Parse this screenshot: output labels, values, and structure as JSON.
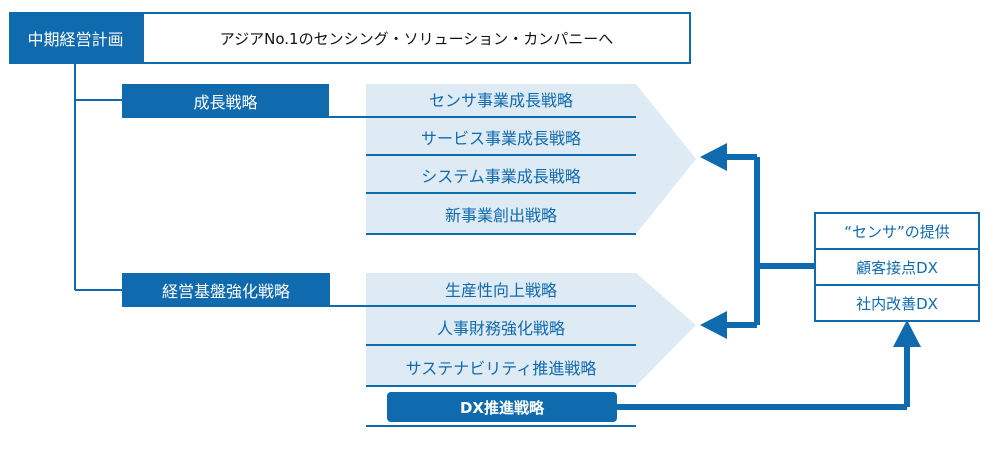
{
  "plan": {
    "label": "中期経営計画",
    "slogan": "アジアNo.1のセンシング・ソリューション・カンパニーへ"
  },
  "growth": {
    "header": "成長戦略",
    "strategies": [
      "センサ事業成長戦略",
      "サービス事業成長戦略",
      "システム事業成長戦略",
      "新事業創出戦略"
    ]
  },
  "base": {
    "header": "経営基盤強化戦略",
    "strategies": [
      "生産性向上戦略",
      "人事財務強化戦略",
      "サステナビリティ推進戦略"
    ],
    "dx": "DX推進戦略"
  },
  "dx_box": {
    "items": [
      "“センサ”の提供",
      "顧客接点DX",
      "社内改善DX"
    ]
  },
  "colors": {
    "primary": "#0f6aae",
    "panel": "#deeaf4"
  }
}
